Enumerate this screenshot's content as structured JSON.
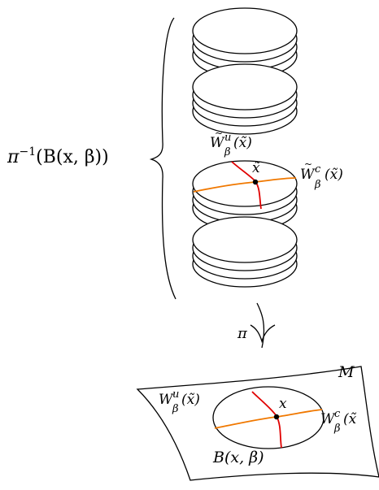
{
  "labels": {
    "preimage_base": "π",
    "preimage_exp": "−1",
    "preimage_arg": "(B(x, β))",
    "wu_tilde_main": "W",
    "wu_tilde_sup": "u",
    "wu_tilde_sub": "β",
    "wu_tilde_arg": "(x̃)",
    "wc_tilde_main": "W",
    "wc_tilde_sup": "c",
    "wc_tilde_sub": "β",
    "wc_tilde_arg": "(x̃)",
    "x_tilde": "x̃",
    "pi": "π",
    "manifold": "M",
    "wu_main": "W",
    "wu_sup": "u",
    "wu_sub": "β",
    "wu_arg": "(x̃)",
    "wc_main": "W",
    "wc_sup": "c",
    "wc_sub": "β",
    "wc_arg": "(x̃",
    "x_point": "x",
    "ball": "B(x, β)"
  },
  "colors": {
    "unstable": "#e00000",
    "center": "#f07800",
    "outline": "#000000"
  }
}
